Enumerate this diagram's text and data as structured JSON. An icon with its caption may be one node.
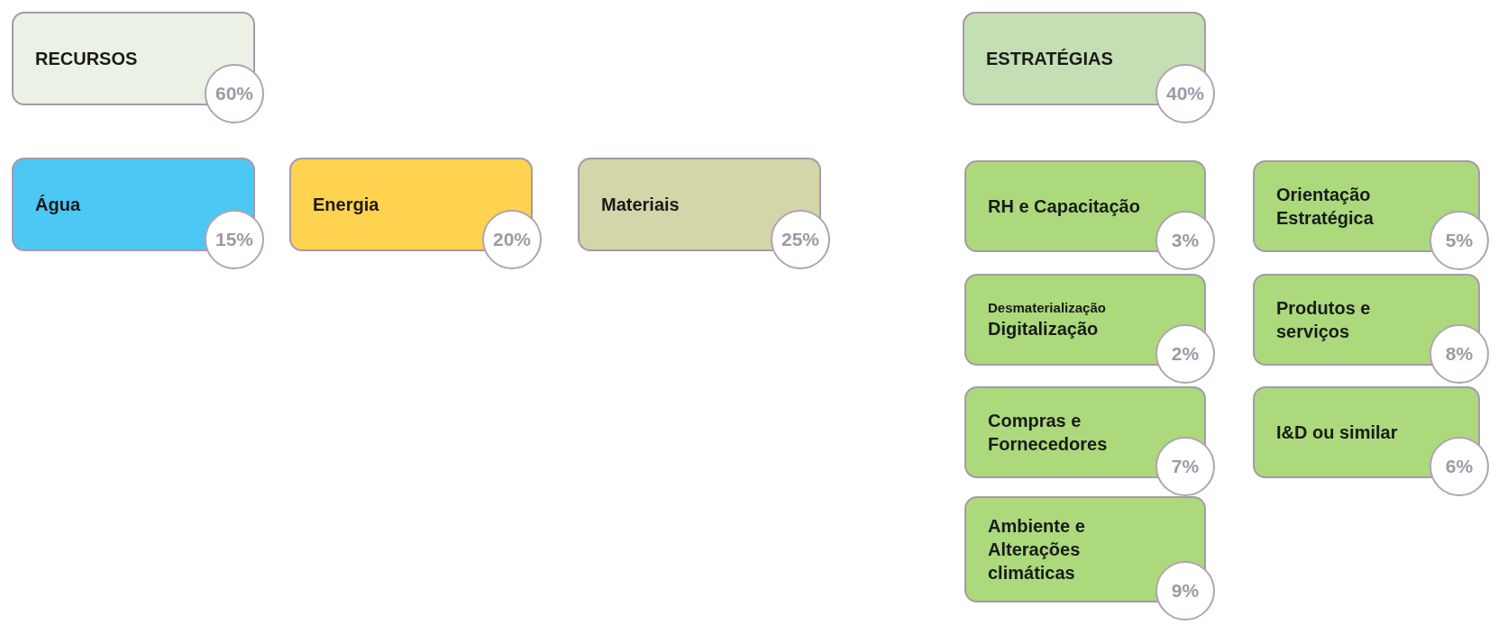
{
  "diagram": {
    "nodes": [
      {
        "text": [
          "RECURSOS",
          "60%"
        ]
      },
      {
        "text": [
          "ESTRATÉGIAS",
          "40%"
        ]
      },
      {
        "text": [
          "Água",
          "15%"
        ]
      },
      {
        "text": [
          "Energia",
          "20%"
        ]
      },
      {
        "text": [
          "Materiais",
          "25%"
        ]
      },
      {
        "text": [
          "RH e Capacitação",
          "3%"
        ]
      },
      {
        "text": [
          "Orientação Estratégica",
          "5%"
        ]
      },
      {
        "text": [
          "Desmaterialização",
          "Digitalização",
          "2%"
        ]
      },
      {
        "text": [
          "Produtos e serviços",
          "8%"
        ]
      },
      {
        "text": [
          "Compras e Fornecedores",
          "7%"
        ]
      },
      {
        "text": [
          "I&D ou similar",
          "6%"
        ]
      },
      {
        "text": [
          "Ambiente e Alterações climáticas",
          "9%"
        ]
      }
    ]
  }
}
